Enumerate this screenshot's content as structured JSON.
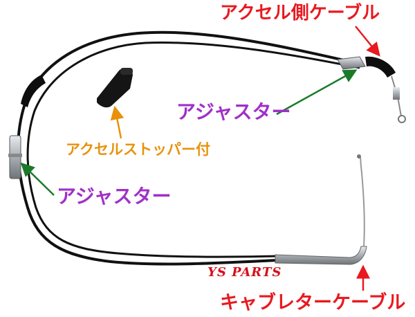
{
  "labels": {
    "accel_side_cable": "アクセル側ケーブル",
    "adjuster_right": "アジャスター",
    "accel_stopper": "アクセルストッパー付",
    "adjuster_left": "アジャスター",
    "carb_cable": "キャブレターケーブル",
    "brand": "YS PARTS"
  },
  "colors": {
    "red": "#e8191f",
    "purple": "#a030c8",
    "orange": "#e8920c",
    "green": "#1a7a2a",
    "brand_red": "#d4101a",
    "cable": "#111111",
    "metal": "#b8bcc0"
  }
}
